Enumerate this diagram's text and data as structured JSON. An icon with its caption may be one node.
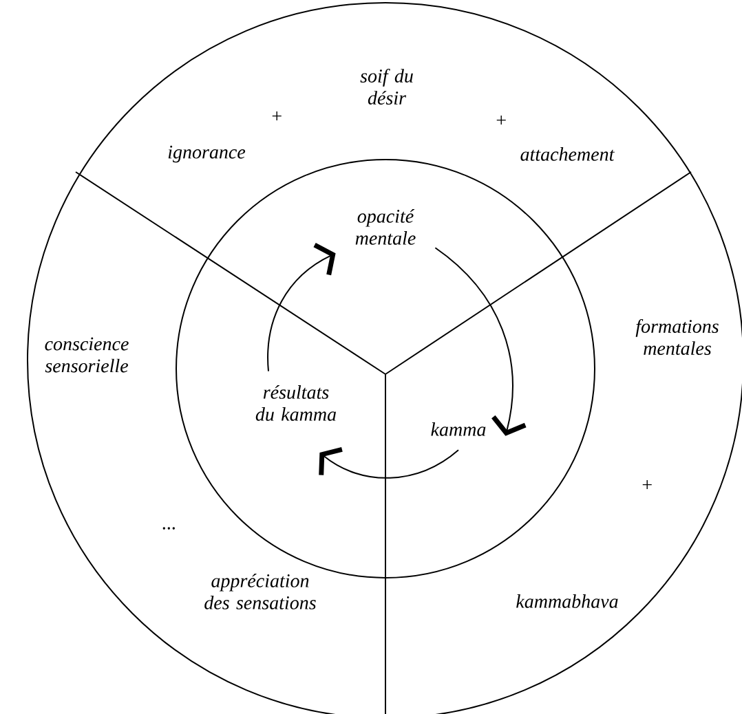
{
  "diagram": {
    "nodes": [
      {
        "text": [
          "opacité mentale"
        ]
      },
      {
        "text": [
          "kamma"
        ]
      },
      {
        "text": [
          "résultats du kamma"
        ]
      }
    ],
    "edges": [
      {
        "from": 0,
        "to": 1,
        "arrow": "to"
      },
      {
        "from": 1,
        "to": 2,
        "arrow": "to"
      },
      {
        "from": 2,
        "to": 0,
        "arrow": "to"
      }
    ],
    "labels": [
      "soif du désir",
      "+",
      "+",
      "ignorance",
      "attachement",
      "formations mentales",
      "conscience sensorielle",
      "+",
      "...",
      "appréciation des sensations",
      "kammabhava"
    ]
  }
}
